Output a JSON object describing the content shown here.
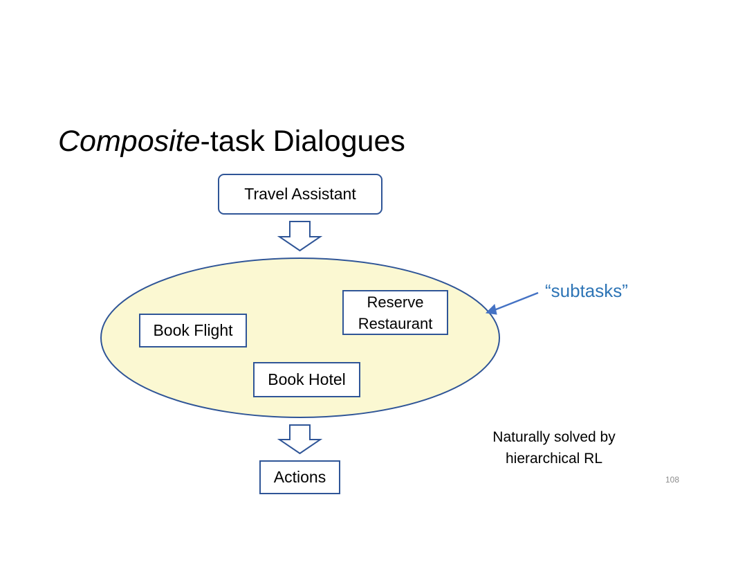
{
  "slide": {
    "title_italic": "Composite",
    "title_rest": "-task Dialogues",
    "page_number": "108"
  },
  "diagram": {
    "top_node": "Travel Assistant",
    "subtasks": {
      "book_flight": "Book Flight",
      "reserve_restaurant_line1": "Reserve",
      "reserve_restaurant_line2": "Restaurant",
      "book_hotel": "Book Hotel"
    },
    "bottom_node": "Actions",
    "callout_label": "“subtasks”",
    "note_line1": "Naturally solved by",
    "note_line2": "hierarchical RL"
  },
  "colors": {
    "box_border": "#2f5597",
    "ellipse_fill": "#fbf8d2",
    "ellipse_stroke": "#2f5597",
    "callout": "#4472c4",
    "callout_text": "#2e75b6"
  }
}
